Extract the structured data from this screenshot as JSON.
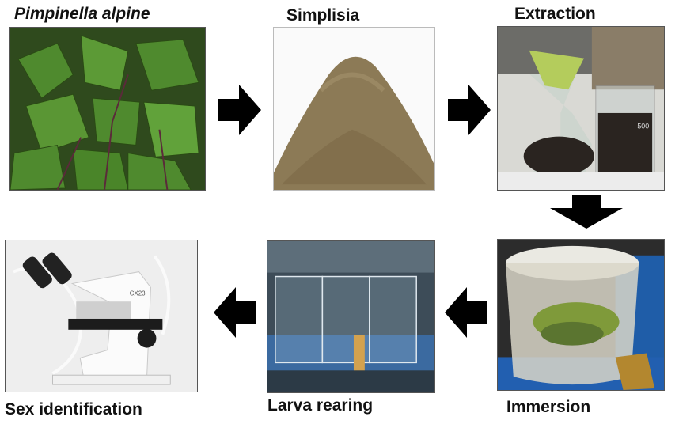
{
  "steps": [
    {
      "label": "Pimpinella alpine"
    },
    {
      "label": "Simplisia"
    },
    {
      "label": "Extraction"
    },
    {
      "label": "Immersion"
    },
    {
      "label": "Larva rearing"
    },
    {
      "label": "Sex identification"
    }
  ],
  "microscope_text": "CX23",
  "beaker_text": "500"
}
